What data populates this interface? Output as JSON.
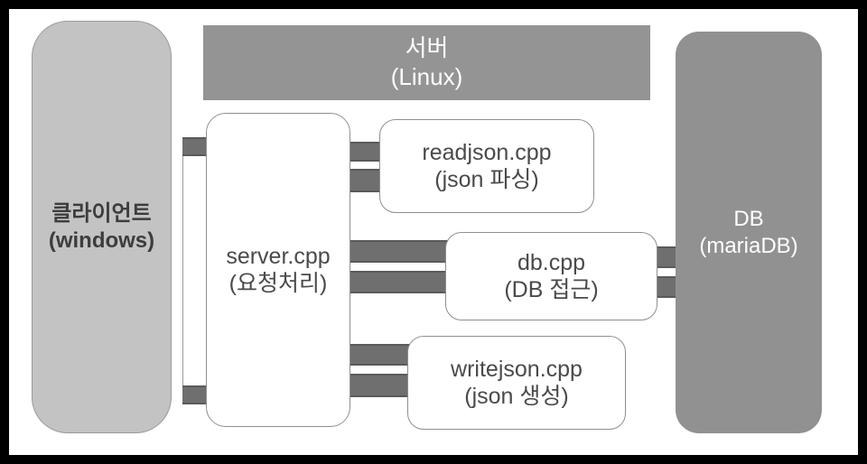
{
  "diagram": {
    "title": "Client-Server-DB architecture diagram",
    "frame_color": "#000000",
    "canvas_color": "#ffffff"
  },
  "client": {
    "name": "클라이언트",
    "platform": "(windows)",
    "fill": "#c3c3c3",
    "text_color": "#3d3d3d"
  },
  "server": {
    "name": "서버",
    "platform": "(Linux)",
    "fill": "#949494",
    "text_color": "#ffffff",
    "modules": [
      {
        "file": "server.cpp",
        "role": "(요청처리)"
      },
      {
        "file": "readjson.cpp",
        "role": "(json 파싱)"
      },
      {
        "file": "db.cpp",
        "role": "(DB 접근)"
      },
      {
        "file": "writejson.cpp",
        "role": "(json 생성)"
      }
    ]
  },
  "database": {
    "name": "DB",
    "engine": "(mariaDB)",
    "fill": "#919191",
    "text_color": "#ffffff"
  },
  "connectors": {
    "fill": "#6f6f6f",
    "edge": "#5a5a5a",
    "links": [
      {
        "from": "클라이언트",
        "to": "server.cpp",
        "style": "top-bar"
      },
      {
        "from": "클라이언트",
        "to": "server.cpp",
        "style": "bottom-bar"
      },
      {
        "from": "server.cpp",
        "to": "readjson.cpp",
        "style": "double-bar"
      },
      {
        "from": "server.cpp",
        "to": "db.cpp",
        "style": "double-bar"
      },
      {
        "from": "server.cpp",
        "to": "writejson.cpp",
        "style": "double-bar"
      },
      {
        "from": "db.cpp",
        "to": "DB",
        "style": "double-bar"
      }
    ]
  }
}
